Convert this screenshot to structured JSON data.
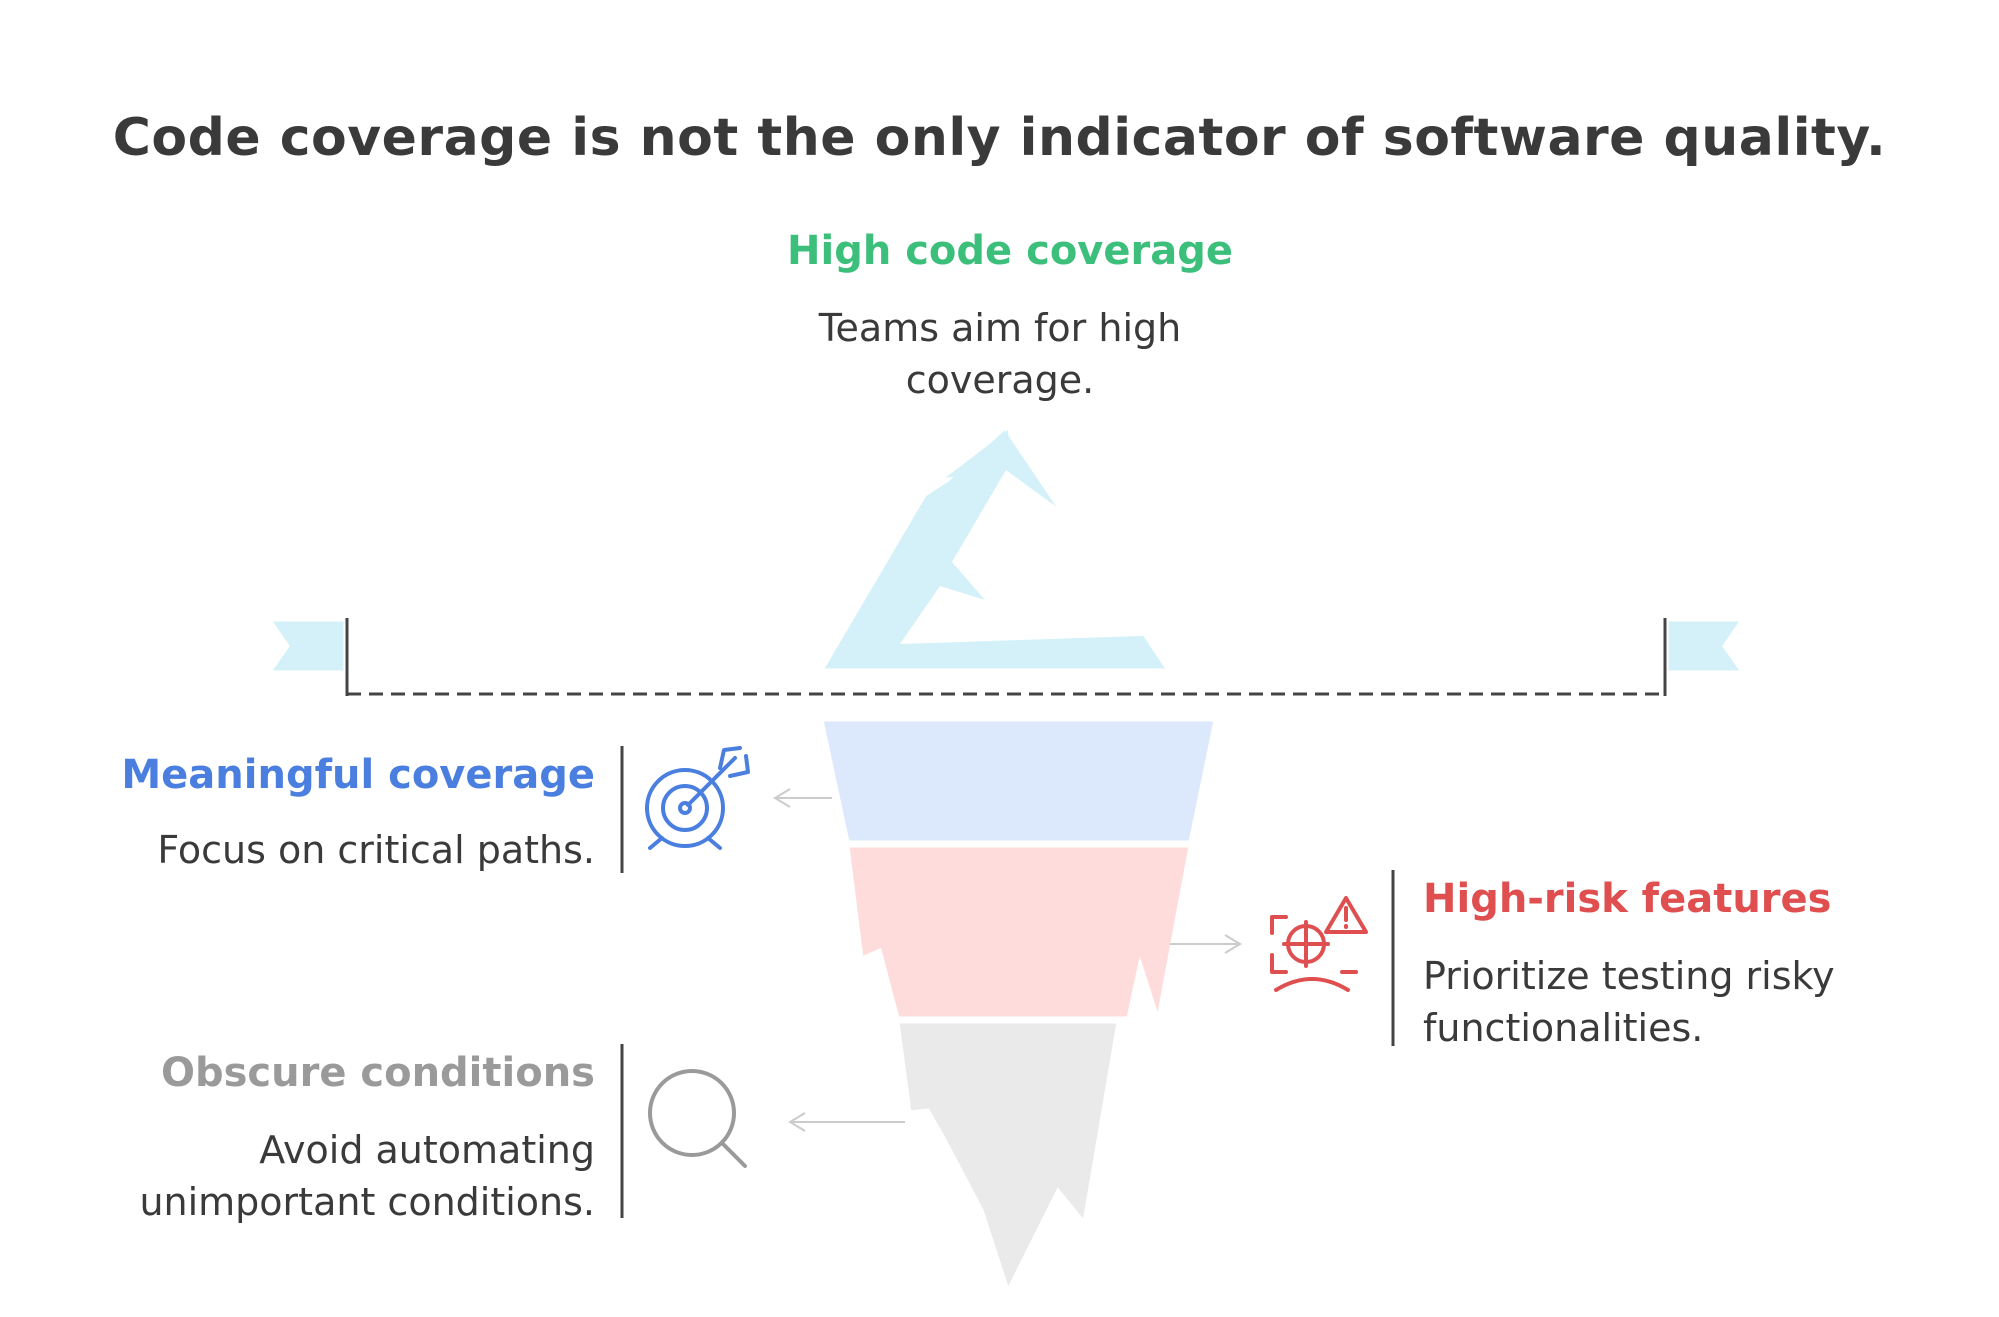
{
  "title": "Code coverage is not the only indicator of software quality.",
  "top_section": {
    "heading": "High code coverage",
    "description": "Teams aim for high coverage."
  },
  "sections": [
    {
      "heading": "Meaningful coverage",
      "description": "Focus on critical paths.",
      "icon": "target-arrow-icon",
      "color": "#4a7fe0"
    },
    {
      "heading": "High-risk features",
      "description": "Prioritize testing risky functionalities.",
      "icon": "risk-warning-icon",
      "color": "#e04f4f"
    },
    {
      "heading": "Obscure conditions",
      "description": "Avoid automating unimportant conditions.",
      "icon": "magnifier-icon",
      "color": "#9a9a9a"
    }
  ],
  "colors": {
    "top_heading": "#3bbf7a",
    "ice_tip": "#d4f1fa",
    "layer_1": "#dce8fc",
    "layer_2": "#ffdcdc",
    "layer_3": "#eaeaea",
    "divider": "#444444"
  }
}
